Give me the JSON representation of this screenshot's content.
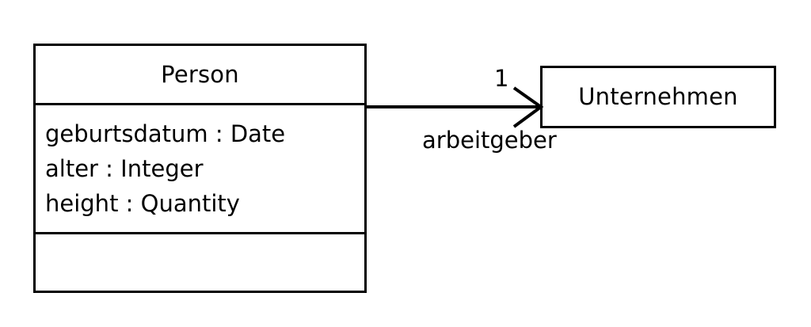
{
  "diagram": {
    "type": "uml-class-diagram",
    "background_color": "#ffffff",
    "stroke_color": "#000000",
    "text_color": "#000000"
  },
  "classes": [
    {
      "id": "person",
      "name": "Person",
      "attributes": [
        "geburtsdatum : Date",
        "alter : Integer",
        "height : Quantity"
      ],
      "operations": []
    },
    {
      "id": "unternehmen",
      "name": "Unternehmen",
      "attributes": [],
      "operations": []
    }
  ],
  "associations": [
    {
      "id": "arbeitgeber",
      "source": "Person",
      "target": "Unternehmen",
      "role_label": "arbeitgeber",
      "target_multiplicity": "1",
      "arrow_style": "open-stick-arrow",
      "direction": "source-to-target"
    }
  ]
}
